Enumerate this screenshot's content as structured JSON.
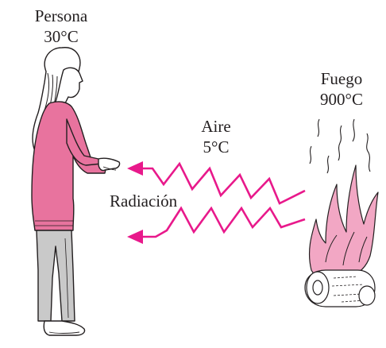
{
  "person": {
    "name": "Persona",
    "temperature": "30°C"
  },
  "fire": {
    "name": "Fuego",
    "temperature": "900°C"
  },
  "air": {
    "name": "Aire",
    "temperature": "5°C"
  },
  "radiation_label": "Radiación",
  "colors": {
    "radiation_arrow": "#e8198b",
    "shirt": "#e8739e",
    "flame": "#f2a7c4",
    "pants": "#c9c9c9",
    "line": "#231f20"
  }
}
